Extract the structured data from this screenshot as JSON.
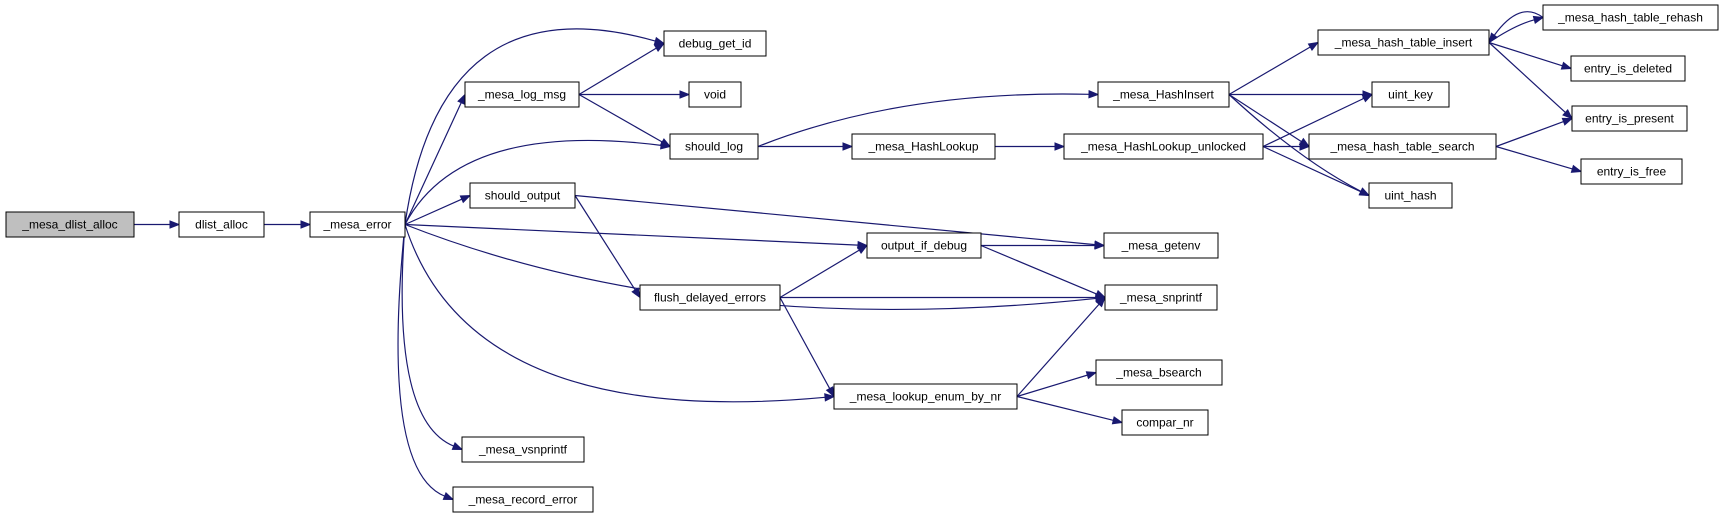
{
  "graph": {
    "nodes": [
      {
        "id": "mesa_dlist_alloc",
        "label": "_mesa_dlist_alloc",
        "root": true
      },
      {
        "id": "dlist_alloc",
        "label": "dlist_alloc"
      },
      {
        "id": "mesa_error",
        "label": "_mesa_error"
      },
      {
        "id": "debug_get_id",
        "label": "debug_get_id"
      },
      {
        "id": "mesa_log_msg",
        "label": "_mesa_log_msg"
      },
      {
        "id": "void",
        "label": "void"
      },
      {
        "id": "should_log",
        "label": "should_log"
      },
      {
        "id": "should_output",
        "label": "should_output"
      },
      {
        "id": "flush_delayed_errors",
        "label": "flush_delayed_errors"
      },
      {
        "id": "mesa_vsnprintf",
        "label": "_mesa_vsnprintf"
      },
      {
        "id": "mesa_record_error",
        "label": "_mesa_record_error"
      },
      {
        "id": "mesa_HashLookup",
        "label": "_mesa_HashLookup"
      },
      {
        "id": "output_if_debug",
        "label": "output_if_debug"
      },
      {
        "id": "mesa_lookup_enum_by_nr",
        "label": "_mesa_lookup_enum_by_nr"
      },
      {
        "id": "mesa_HashInsert",
        "label": "_mesa_HashInsert"
      },
      {
        "id": "mesa_HashLookup_unlocked",
        "label": "_mesa_HashLookup_unlocked"
      },
      {
        "id": "mesa_getenv",
        "label": "_mesa_getenv"
      },
      {
        "id": "mesa_snprintf",
        "label": "_mesa_snprintf"
      },
      {
        "id": "mesa_bsearch",
        "label": "_mesa_bsearch"
      },
      {
        "id": "compar_nr",
        "label": "compar_nr"
      },
      {
        "id": "mesa_hash_table_insert",
        "label": "_mesa_hash_table_insert"
      },
      {
        "id": "uint_key",
        "label": "uint_key"
      },
      {
        "id": "mesa_hash_table_search",
        "label": "_mesa_hash_table_search"
      },
      {
        "id": "uint_hash",
        "label": "uint_hash"
      },
      {
        "id": "mesa_hash_table_rehash",
        "label": "_mesa_hash_table_rehash"
      },
      {
        "id": "entry_is_deleted",
        "label": "entry_is_deleted"
      },
      {
        "id": "entry_is_present",
        "label": "entry_is_present"
      },
      {
        "id": "entry_is_free",
        "label": "entry_is_free"
      }
    ],
    "edges": [
      {
        "from": "mesa_dlist_alloc",
        "to": "dlist_alloc"
      },
      {
        "from": "dlist_alloc",
        "to": "mesa_error"
      },
      {
        "from": "mesa_error",
        "to": "debug_get_id"
      },
      {
        "from": "mesa_error",
        "to": "mesa_log_msg"
      },
      {
        "from": "mesa_error",
        "to": "should_log"
      },
      {
        "from": "mesa_error",
        "to": "should_output"
      },
      {
        "from": "mesa_error",
        "to": "output_if_debug"
      },
      {
        "from": "mesa_error",
        "to": "mesa_snprintf"
      },
      {
        "from": "mesa_error",
        "to": "mesa_lookup_enum_by_nr"
      },
      {
        "from": "mesa_error",
        "to": "mesa_vsnprintf"
      },
      {
        "from": "mesa_error",
        "to": "mesa_record_error"
      },
      {
        "from": "mesa_log_msg",
        "to": "debug_get_id"
      },
      {
        "from": "mesa_log_msg",
        "to": "void"
      },
      {
        "from": "mesa_log_msg",
        "to": "should_log"
      },
      {
        "from": "should_output",
        "to": "mesa_getenv"
      },
      {
        "from": "should_output",
        "to": "flush_delayed_errors"
      },
      {
        "from": "should_log",
        "to": "mesa_HashInsert"
      },
      {
        "from": "should_log",
        "to": "mesa_HashLookup"
      },
      {
        "from": "mesa_HashLookup",
        "to": "mesa_HashLookup_unlocked"
      },
      {
        "from": "flush_delayed_errors",
        "to": "output_if_debug"
      },
      {
        "from": "flush_delayed_errors",
        "to": "mesa_snprintf"
      },
      {
        "from": "flush_delayed_errors",
        "to": "mesa_lookup_enum_by_nr"
      },
      {
        "from": "output_if_debug",
        "to": "mesa_getenv"
      },
      {
        "from": "output_if_debug",
        "to": "mesa_snprintf"
      },
      {
        "from": "mesa_lookup_enum_by_nr",
        "to": "mesa_snprintf"
      },
      {
        "from": "mesa_lookup_enum_by_nr",
        "to": "mesa_bsearch"
      },
      {
        "from": "mesa_lookup_enum_by_nr",
        "to": "compar_nr"
      },
      {
        "from": "mesa_HashInsert",
        "to": "mesa_hash_table_insert"
      },
      {
        "from": "mesa_HashInsert",
        "to": "uint_key"
      },
      {
        "from": "mesa_HashInsert",
        "to": "mesa_hash_table_search"
      },
      {
        "from": "mesa_HashInsert",
        "to": "uint_hash"
      },
      {
        "from": "mesa_HashLookup_unlocked",
        "to": "uint_key"
      },
      {
        "from": "mesa_HashLookup_unlocked",
        "to": "mesa_hash_table_search"
      },
      {
        "from": "mesa_HashLookup_unlocked",
        "to": "uint_hash"
      },
      {
        "from": "mesa_hash_table_insert",
        "to": "mesa_hash_table_rehash"
      },
      {
        "from": "mesa_hash_table_insert",
        "to": "entry_is_deleted"
      },
      {
        "from": "mesa_hash_table_insert",
        "to": "entry_is_present"
      },
      {
        "from": "mesa_hash_table_rehash",
        "to": "mesa_hash_table_insert"
      },
      {
        "from": "mesa_hash_table_search",
        "to": "entry_is_present"
      },
      {
        "from": "mesa_hash_table_search",
        "to": "entry_is_free"
      }
    ],
    "colors": {
      "edge": "#191970",
      "node_border": "#000000",
      "root_fill": "#bfbfbf",
      "node_fill": "#ffffff"
    }
  }
}
